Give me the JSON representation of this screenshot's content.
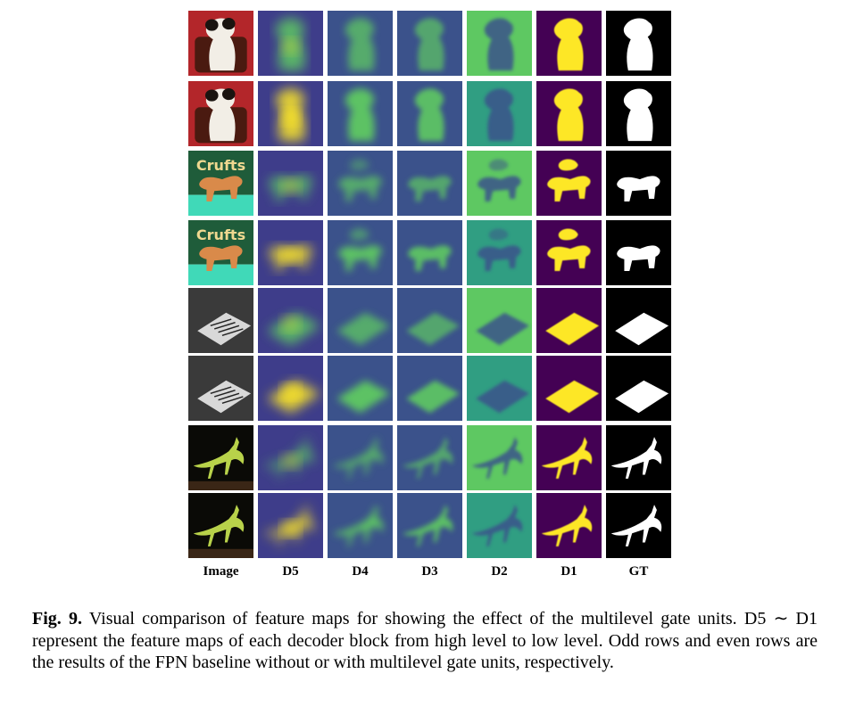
{
  "figure": {
    "column_labels": [
      "Image",
      "D5",
      "D4",
      "D3",
      "D2",
      "D1",
      "GT"
    ],
    "rows": [
      {
        "subject": "dog-on-chair",
        "variant": "baseline"
      },
      {
        "subject": "dog-on-chair",
        "variant": "gated"
      },
      {
        "subject": "walking-dog",
        "variant": "baseline"
      },
      {
        "subject": "walking-dog",
        "variant": "gated"
      },
      {
        "subject": "sign-board",
        "variant": "baseline"
      },
      {
        "subject": "sign-board",
        "variant": "gated"
      },
      {
        "subject": "mantis",
        "variant": "baseline"
      },
      {
        "subject": "mantis",
        "variant": "gated"
      }
    ],
    "sign_text": "Crufts"
  },
  "caption": {
    "label": "Fig. 9.",
    "text": "Visual comparison of feature maps for showing the effect of the multilevel gate units. D5 ∼ D1 represent the feature maps of each decoder block from high level to low level. Odd rows and even rows are the results of the FPN baseline without or with multilevel gate units, respectively."
  },
  "colors": {
    "viridis_dark": "#440154",
    "viridis_blue": "#3b528b",
    "viridis_teal": "#21918c",
    "viridis_green": "#5ec962",
    "viridis_yellow": "#fde725",
    "dog_chair_bg": "#b3262a",
    "crufts_bg": "#1f5c3a",
    "crufts_floor": "#40d9b8"
  }
}
